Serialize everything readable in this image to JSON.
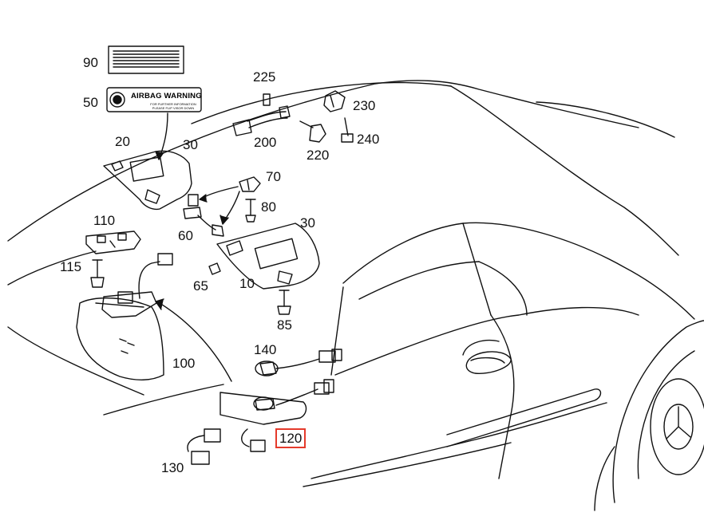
{
  "diagram": {
    "warning_label": {
      "title": "AIRBAG WARNING",
      "fine_print": [
        "FOR FURTHER INFORMATION",
        "PLEASE FLIP VISOR DOWN"
      ]
    },
    "callouts": [
      {
        "id": "90",
        "text": "90"
      },
      {
        "id": "50",
        "text": "50"
      },
      {
        "id": "20",
        "text": "20"
      },
      {
        "id": "30a",
        "text": "30"
      },
      {
        "id": "225",
        "text": "225"
      },
      {
        "id": "230",
        "text": "230"
      },
      {
        "id": "200",
        "text": "200"
      },
      {
        "id": "220",
        "text": "220"
      },
      {
        "id": "240",
        "text": "240"
      },
      {
        "id": "70",
        "text": "70"
      },
      {
        "id": "80",
        "text": "80"
      },
      {
        "id": "60",
        "text": "60"
      },
      {
        "id": "30b",
        "text": "30"
      },
      {
        "id": "110",
        "text": "110"
      },
      {
        "id": "115",
        "text": "115"
      },
      {
        "id": "65",
        "text": "65"
      },
      {
        "id": "10",
        "text": "10"
      },
      {
        "id": "85",
        "text": "85"
      },
      {
        "id": "140",
        "text": "140"
      },
      {
        "id": "100",
        "text": "100"
      },
      {
        "id": "120",
        "text": "120",
        "highlighted": true
      },
      {
        "id": "130",
        "text": "130"
      }
    ],
    "highlight_color": "#e53a2b"
  }
}
